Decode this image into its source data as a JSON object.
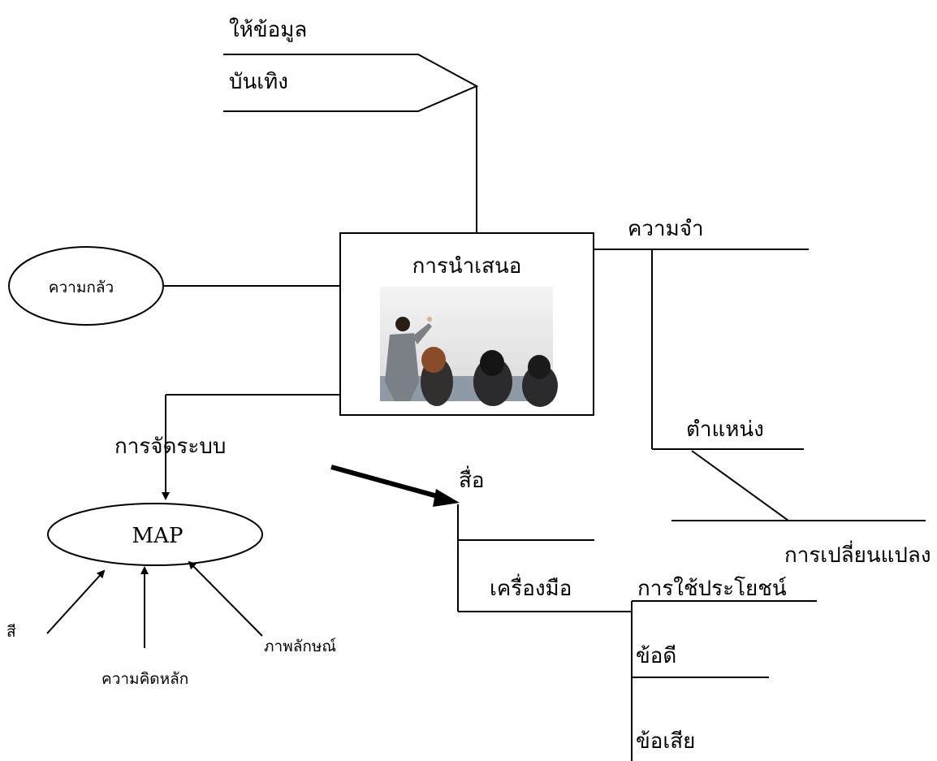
{
  "labels": {
    "inform": "ให้ข้อมูล",
    "entertain": "บันเทิง",
    "presentation": "การนำเสนอ",
    "fear": "ความกลัว",
    "memory": "ความจำ",
    "position": "ตำแหน่ง",
    "change": "การเปลี่ยนแปลง",
    "organizing": "การจัดระบบ",
    "map": "MAP",
    "color": "สี",
    "main_idea": "ความคิดหลัก",
    "image": "ภาพลักษณ์",
    "media": "สื่อ",
    "tools": "เครื่องมือ",
    "benefits": "การใช้ประโยชน์",
    "advantages": "ข้อดี",
    "disadvantages": "ข้อเสีย"
  },
  "colors": {
    "line": "#000000",
    "background": "#ffffff"
  },
  "icons": {
    "presentation_photo": "presenter-at-whiteboard-photo"
  }
}
